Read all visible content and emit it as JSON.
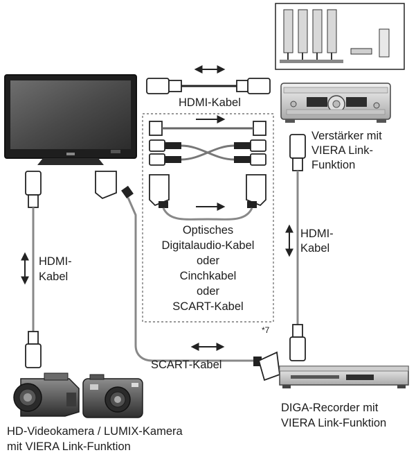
{
  "labels": {
    "hdmi_top": "HDMI-Kabel",
    "amplifier_line1": "Verstärker mit",
    "amplifier_line2": "VIERA Link-",
    "amplifier_line3": "Funktion",
    "hdmi_right_line1": "HDMI-",
    "hdmi_right_line2": "Kabel",
    "hdmi_left_line1": "HDMI-",
    "hdmi_left_line2": "Kabel",
    "center_line1": "Optisches",
    "center_line2": "Digitalaudio-Kabel",
    "center_line3": "oder",
    "center_line4": "Cinchkabel",
    "center_line5": "oder",
    "center_line6": "SCART-Kabel",
    "footnote": "*7",
    "scart": "SCART-Kabel",
    "recorder_line1": "DIGA-Recorder mit",
    "recorder_line2": "VIERA Link-Funktion",
    "camera_line1": "HD-Videokamera / LUMIX-Kamera",
    "camera_line2": "mit VIERA Link-Funktion"
  },
  "colors": {
    "line": "#222222",
    "device_gray": "#c9c9c9",
    "device_dark": "#2b2b2b",
    "cable": "#8a8a8a"
  }
}
